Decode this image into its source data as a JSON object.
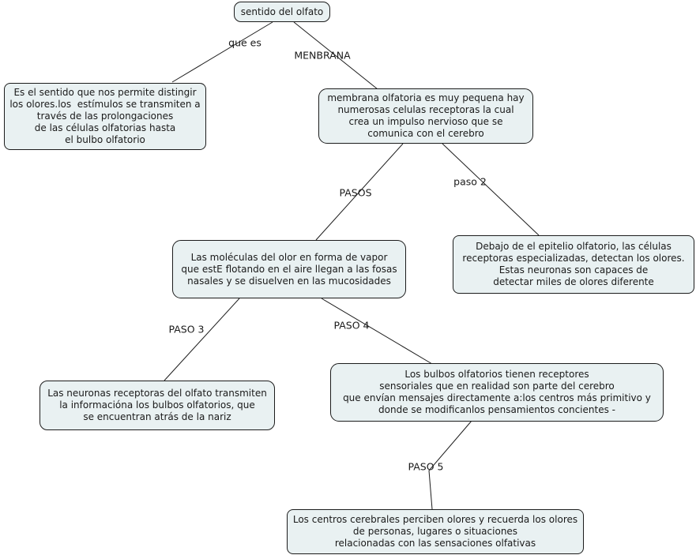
{
  "map": {
    "title": "sentido del olfato",
    "background_color": "#ffffff",
    "node_fill_color": "#e9f1f2",
    "node_border_color": "#1c1c1c",
    "line_color": "#1c1c1c",
    "text_color": "#1a1a1a"
  },
  "nodes": [
    {
      "id": "root",
      "label": "sentido del olfato"
    },
    {
      "id": "definicion",
      "label": "Es el sentido que nos permite distingir\nlos olores.los  estímulos se transmiten a\ntravés de las prolongaciones\nde las células olfatorias hasta\nel bulbo olfatorio"
    },
    {
      "id": "membrana",
      "label": "membrana olfatoria es muy pequena hay\nnumerosas celulas receptoras la cual\ncrea un impulso nervioso que se\ncomunica con el cerebro"
    },
    {
      "id": "moleculas",
      "label": "Las moléculas del olor en forma de vapor\nque estE flotando en el aire llegan a las fosas\nnasales y se disuelven en las mucosidades"
    },
    {
      "id": "epitelio",
      "label": "Debajo de el epitelio olfatorio, las células\nreceptoras especializadas, detectan los olores.\nEstas neuronas son capaces de\ndetectar miles de olores diferente"
    },
    {
      "id": "neuronas",
      "label": "Las neuronas receptoras del olfato transmiten\nla informacióna los bulbos olfatorios, que\nse encuentran atrás de la nariz"
    },
    {
      "id": "bulbos",
      "label": "Los bulbos olfatorios tienen receptores\nsensoriales que en realidad son parte del cerebro\nque envían mensajes directamente a:los centros más primitivo y\ndonde se modificanlos pensamientos concientes -"
    },
    {
      "id": "centros",
      "label": "Los centros cerebrales perciben olores y recuerda los olores\nde personas, lugares o situaciones\nrelacionadas con las sensaciones olfativas"
    }
  ],
  "edges": [
    {
      "label": "que es",
      "from": "root",
      "to": "definicion"
    },
    {
      "label": "MENBRANA",
      "from": "root",
      "to": "membrana"
    },
    {
      "label": "PASOS",
      "from": "membrana",
      "to": "moleculas"
    },
    {
      "label": "paso 2",
      "from": "membrana",
      "to": "epitelio"
    },
    {
      "label": "PASO 3",
      "from": "moleculas",
      "to": "neuronas"
    },
    {
      "label": "PASO 4",
      "from": "moleculas",
      "to": "bulbos"
    },
    {
      "label": "PASO 5",
      "from": "bulbos",
      "to": "centros"
    }
  ]
}
